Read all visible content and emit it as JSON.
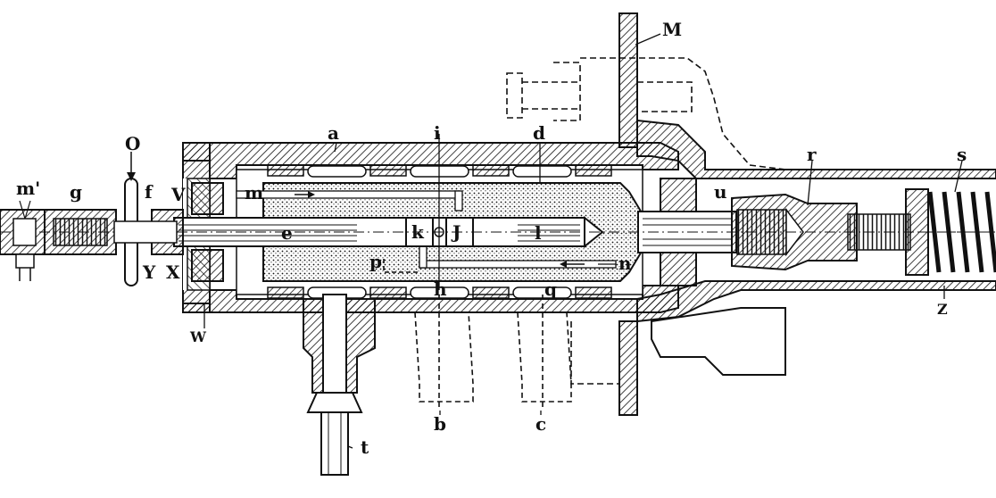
{
  "labels": {
    "M": "M",
    "a": "a",
    "i": "i",
    "d": "d",
    "r": "r",
    "s": "s",
    "o": "O",
    "m_prime": "m'",
    "g": "g",
    "f": "f",
    "V": "V",
    "m": "m",
    "u": "u",
    "e": "e",
    "k": "k",
    "J": "J",
    "l": "l",
    "p": "p",
    "n": "n",
    "Y": "Y",
    "X": "X",
    "h": "h",
    "q": "q",
    "W": "W",
    "Z": "Z",
    "b": "b",
    "c": "c",
    "t": "t"
  },
  "colors": {
    "ink": "#111111",
    "paper": "#ffffff",
    "shade": "#d9d9d9"
  }
}
